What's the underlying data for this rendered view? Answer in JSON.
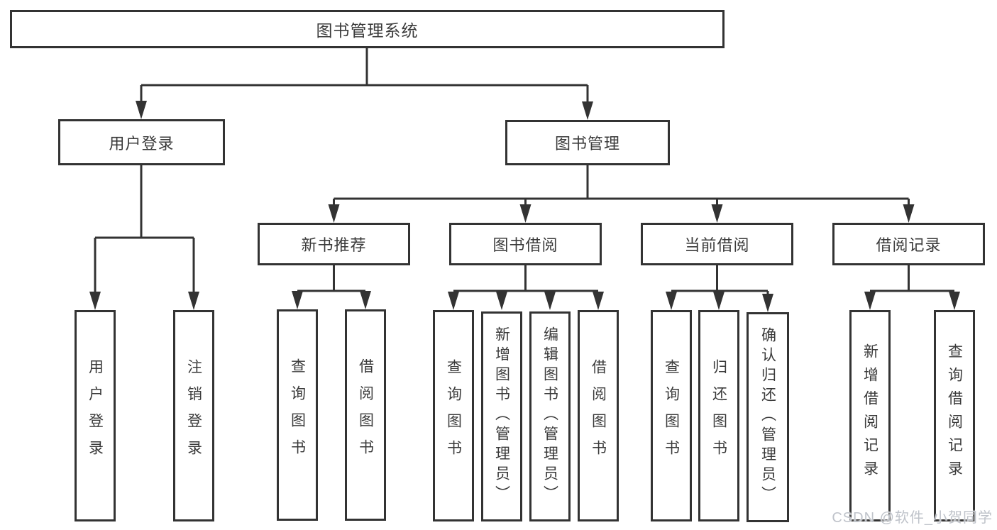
{
  "tree": {
    "label": "图书管理系统",
    "children": [
      {
        "label": "用户登录",
        "children": [
          {
            "label": "用户登录"
          },
          {
            "label": "注销登录"
          }
        ]
      },
      {
        "label": "图书管理",
        "children": [
          {
            "label": "新书推荐",
            "children": [
              {
                "label": "查询图书"
              },
              {
                "label": "借阅图书"
              }
            ]
          },
          {
            "label": "图书借阅",
            "children": [
              {
                "label": "查询图书"
              },
              {
                "label": "新增图书（管理员）"
              },
              {
                "label": "编辑图书（管理员）"
              },
              {
                "label": "借阅图书"
              }
            ]
          },
          {
            "label": "当前借阅",
            "children": [
              {
                "label": "查询图书"
              },
              {
                "label": "归还图书"
              },
              {
                "label": "确认归还（管理员）"
              }
            ]
          },
          {
            "label": "借阅记录",
            "children": [
              {
                "label": "新增借阅记录"
              },
              {
                "label": "查询借阅记录"
              }
            ]
          }
        ]
      }
    ]
  },
  "watermark": {
    "text": "CSDN @软件_小贺同学"
  },
  "colors": {
    "line": "#333333",
    "text": "#3a3a3a",
    "background": "#ffffff",
    "watermark": "#bfc3ca"
  }
}
